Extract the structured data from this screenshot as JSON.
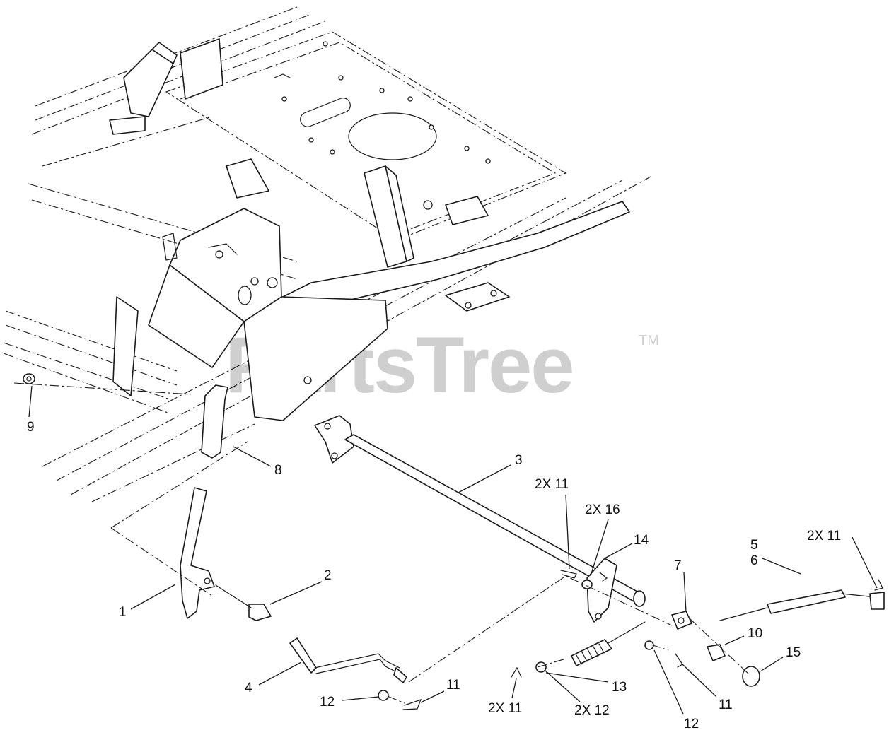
{
  "watermark": {
    "text": "PartsTree",
    "trademark": "TM"
  },
  "callouts": {
    "c1": "1",
    "c2": "2",
    "c3": "3",
    "c4": "4",
    "c5": "5",
    "c6": "6",
    "c7": "7",
    "c8": "8",
    "c9": "9",
    "c10": "10",
    "c11_top": "2X 11",
    "c16": "2X 16",
    "c14": "14",
    "c11_right": "2X 11",
    "c15": "15",
    "c11_mid": "11",
    "c12_mid": "12",
    "c13": "13",
    "c12_x2": "2X 12",
    "c11_x2": "2X 11",
    "c12_left": "12",
    "c11_left": "11"
  }
}
